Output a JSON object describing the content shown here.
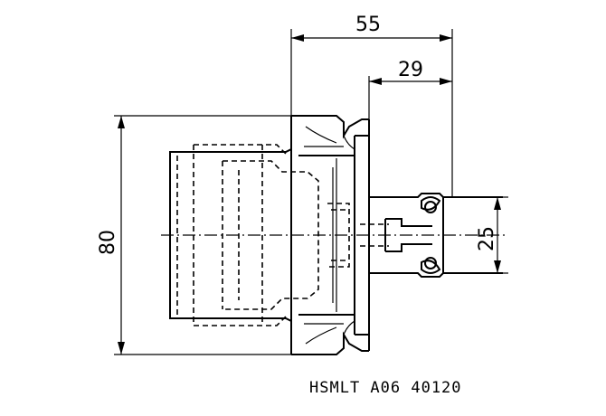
{
  "drawing": {
    "caption": "HSMLT A06 40120",
    "dimensions": {
      "overall_length": "55",
      "shank_length": "29",
      "body_diameter": "80",
      "shank_diameter": "25"
    }
  }
}
